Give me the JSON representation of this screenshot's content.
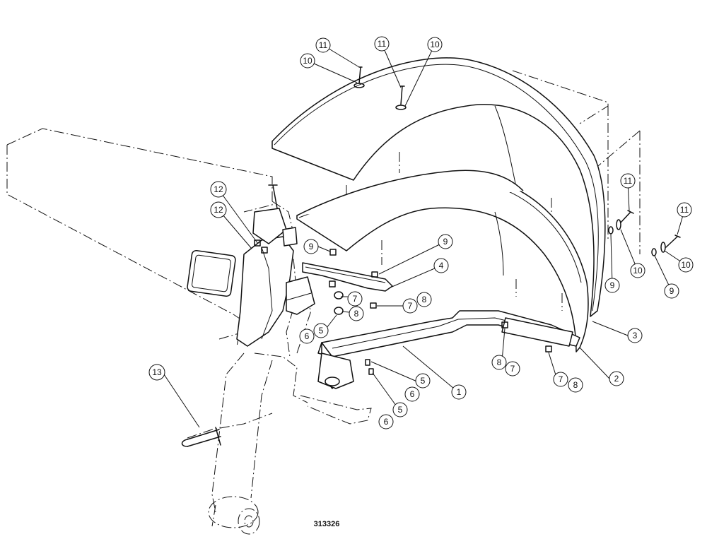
{
  "drawing_number": "313326",
  "callouts": [
    {
      "id": "c11a",
      "label": "11"
    },
    {
      "id": "c10a",
      "label": "10"
    },
    {
      "id": "c11b",
      "label": "11"
    },
    {
      "id": "c10b",
      "label": "10"
    },
    {
      "id": "c11c",
      "label": "11"
    },
    {
      "id": "c11d",
      "label": "11"
    },
    {
      "id": "c9r",
      "label": "9"
    },
    {
      "id": "c10c",
      "label": "10"
    },
    {
      "id": "c10d",
      "label": "10"
    },
    {
      "id": "c9s",
      "label": "9"
    },
    {
      "id": "c12a",
      "label": "12"
    },
    {
      "id": "c12b",
      "label": "12"
    },
    {
      "id": "c9a",
      "label": "9"
    },
    {
      "id": "c9b",
      "label": "9"
    },
    {
      "id": "c4",
      "label": "4"
    },
    {
      "id": "c7a",
      "label": "7"
    },
    {
      "id": "c8a",
      "label": "8"
    },
    {
      "id": "c7b",
      "label": "7"
    },
    {
      "id": "c8b",
      "label": "8"
    },
    {
      "id": "c5a",
      "label": "5"
    },
    {
      "id": "c6a",
      "label": "6"
    },
    {
      "id": "c3",
      "label": "3"
    },
    {
      "id": "c2",
      "label": "2"
    },
    {
      "id": "c1",
      "label": "1"
    },
    {
      "id": "c13",
      "label": "13"
    },
    {
      "id": "c5b",
      "label": "5"
    },
    {
      "id": "c6b",
      "label": "6"
    },
    {
      "id": "c5c",
      "label": "5"
    },
    {
      "id": "c6c",
      "label": "6"
    },
    {
      "id": "c8c",
      "label": "8"
    },
    {
      "id": "c7c",
      "label": "7"
    },
    {
      "id": "c7d",
      "label": "7"
    },
    {
      "id": "c8d",
      "label": "8"
    }
  ]
}
